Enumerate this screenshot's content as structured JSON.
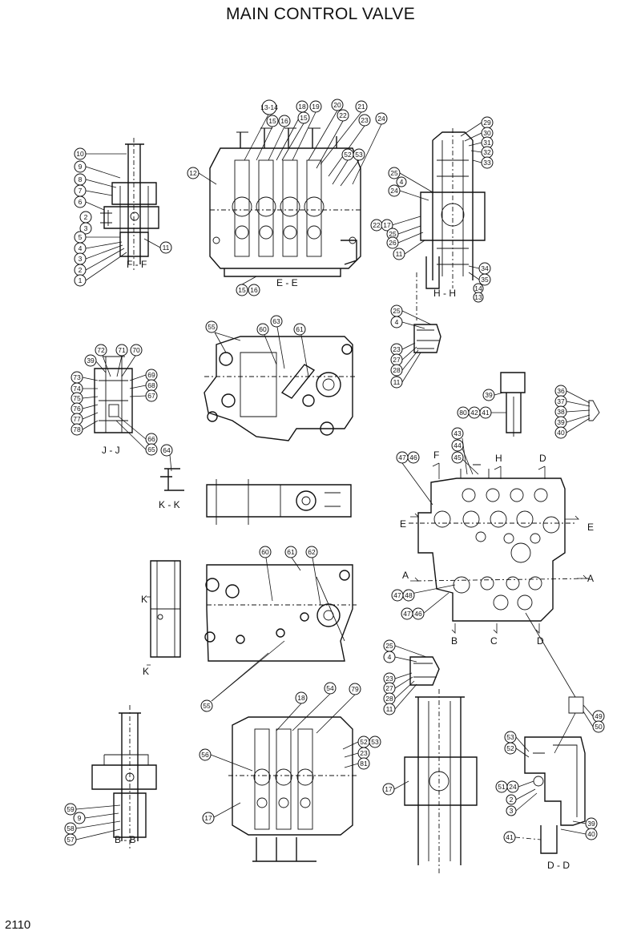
{
  "header": {
    "title": "MAIN CONTROL VALVE"
  },
  "footer": {
    "page_number": "2110"
  },
  "section_labels": [
    "F - F",
    "E - E",
    "H - H",
    "J - J",
    "K - K",
    "B - B",
    "D - D",
    "K",
    "K",
    "F",
    "H",
    "D",
    "E",
    "E",
    "A",
    "A",
    "B",
    "C",
    "D"
  ],
  "callouts": {
    "ff": [
      "10",
      "9",
      "8",
      "7",
      "6",
      "2",
      "3",
      "5",
      "4",
      "3",
      "2",
      "1",
      "11"
    ],
    "ee": [
      "13-14",
      "18",
      "19",
      "15",
      "16",
      "15",
      "20",
      "21",
      "22",
      "23",
      "24",
      "12",
      "52",
      "53",
      "15",
      "16"
    ],
    "hh": [
      "29",
      "30",
      "31",
      "32",
      "33",
      "25",
      "4",
      "24",
      "22",
      "17",
      "25",
      "26",
      "11",
      "34",
      "35",
      "14",
      "13"
    ],
    "detail_a": [
      "25",
      "4",
      "23",
      "27",
      "28",
      "11"
    ],
    "upper_mid": [
      "55",
      "60",
      "63",
      "61"
    ],
    "jj": [
      "72",
      "71",
      "70",
      "39",
      "73",
      "69",
      "74",
      "68",
      "75",
      "67",
      "76",
      "77",
      "78",
      "66",
      "65"
    ],
    "kk": [
      "64"
    ],
    "detail_b": [
      "39",
      "80",
      "42",
      "41"
    ],
    "detail_c": [
      "36",
      "37",
      "38",
      "39",
      "40"
    ],
    "main_view": [
      "43",
      "44",
      "45",
      "47",
      "46",
      "47",
      "48",
      "47",
      "46"
    ],
    "lower_mid": [
      "60",
      "61",
      "62",
      "55"
    ],
    "detail_d": [
      "25",
      "4",
      "23",
      "27",
      "28",
      "11"
    ],
    "lower_left": [
      "59",
      "9",
      "58",
      "57"
    ],
    "lower_center": [
      "18",
      "54",
      "79",
      "56",
      "52",
      "53",
      "23",
      "81",
      "17"
    ],
    "lower_right": [
      "17"
    ],
    "dd": [
      "49",
      "50",
      "53",
      "52",
      "51",
      "24",
      "2",
      "3",
      "39",
      "40",
      "41"
    ]
  }
}
